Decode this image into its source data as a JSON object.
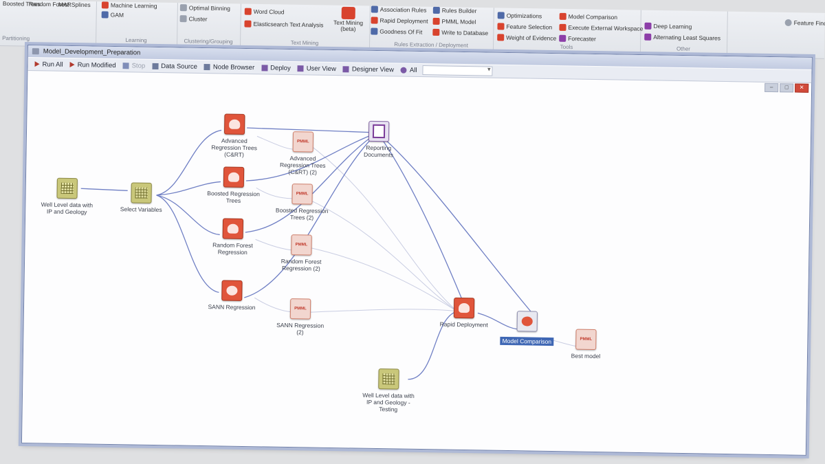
{
  "ribbon": {
    "groups": [
      {
        "label": "Partitioning",
        "items": [
          "Boosted Trees",
          "Random Forest",
          "MARSplines"
        ]
      },
      {
        "label": "Learning",
        "items": [
          "Machine Learning",
          "GAM"
        ]
      },
      {
        "label": "Clustering/Grouping",
        "items": [
          "Optimal Binning",
          "Cluster"
        ]
      },
      {
        "label": "Text Mining",
        "items": [
          "Word Cloud",
          "Elasticsearch Text Analysis",
          "Text Mining (beta)"
        ]
      },
      {
        "label": "Rules Extraction / Deployment",
        "items": [
          "Association Rules",
          "Rules Builder",
          "Rapid Deployment",
          "PMML Model",
          "Goodness Of Fit",
          "Write to Database"
        ]
      },
      {
        "label": "Tools",
        "items": [
          "Optimizations",
          "Model Comparison",
          "Feature Selection",
          "Execute External Workspace",
          "Weight of Evidence",
          "Forecaster"
        ]
      },
      {
        "label": "Other",
        "items": [
          "Deep Learning",
          "Alternating Least Squares"
        ]
      }
    ],
    "feature_finder": "Feature Finder"
  },
  "window": {
    "title": "Model_Development_Preparation",
    "toolbar": {
      "run_all": "Run All",
      "run_modified": "Run Modified",
      "stop": "Stop",
      "data_source": "Data Source",
      "node_browser": "Node Browser",
      "deploy": "Deploy",
      "user_view": "User View",
      "designer_view": "Designer View",
      "filter": "All"
    }
  },
  "nodes": {
    "well_data": "Well Level data with IP and Geology",
    "select_vars": "Select Variables",
    "cart": "Advanced Regression Trees (C&RT)",
    "cart_pmml": "Advanced Regression Trees (C&RT) (2)",
    "boosted": "Boosted Regression Trees",
    "boosted_pmml": "Boosted Regression Trees (2)",
    "rf": "Random Forest Regression",
    "rf_pmml": "Random Forest Regression (2)",
    "sann": "SANN Regression",
    "sann_pmml": "SANN Regression (2)",
    "reporting": "Reporting Documents",
    "rapid_deploy": "Rapid Deployment",
    "model_comparison": "Model Comparison",
    "best_model": "Best model",
    "testing_data": "Well Level data with IP and Geology - Testing",
    "pmml_tag": "PMML"
  },
  "colors": {
    "edge": "#6f7fc4",
    "edge_faint": "#c9cde2",
    "model": "#e0553b",
    "selection": "#3f67b4"
  }
}
